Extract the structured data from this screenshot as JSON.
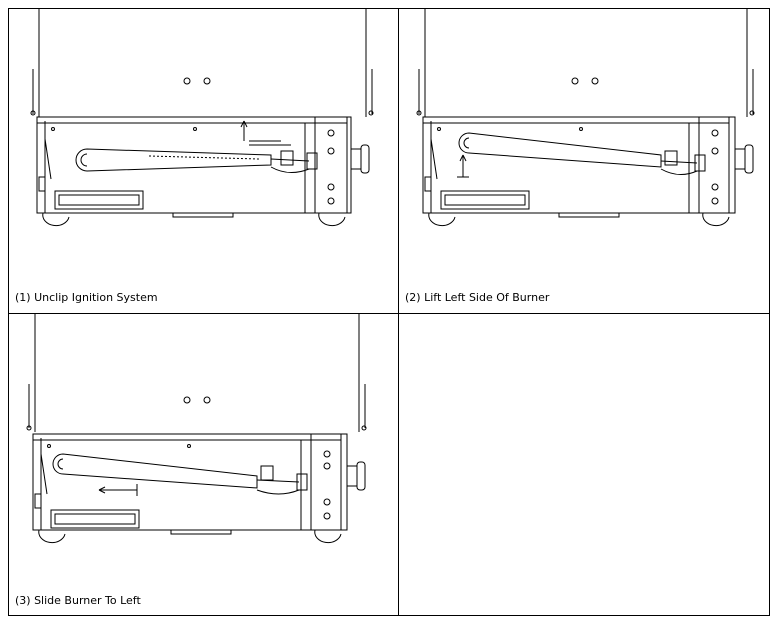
{
  "steps": [
    {
      "caption": "(1) Unclip Ignition System"
    },
    {
      "caption": "(2) Lift Left Side Of Burner"
    },
    {
      "caption": "(3) Slide Burner To Left"
    }
  ]
}
